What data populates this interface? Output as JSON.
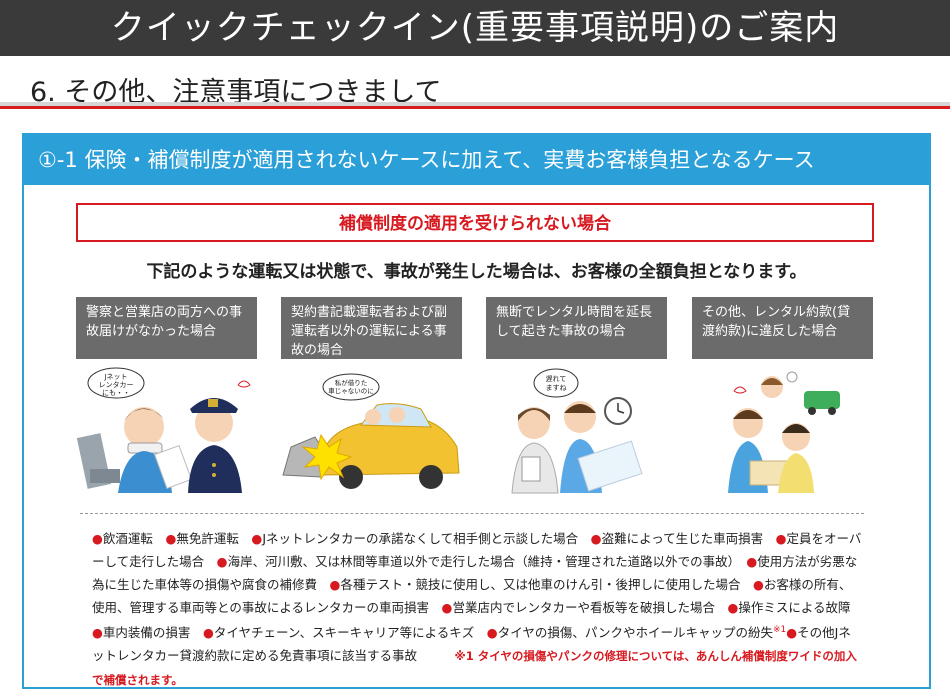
{
  "header": {
    "title": "クイックチェックイン(重要事項説明)のご案内"
  },
  "section": {
    "title": "6. その他、注意事項につきまして"
  },
  "panel": {
    "heading": "①-1 保険・補償制度が適用されないケースに加えて、実費お客様負担となるケース",
    "red_box": "補償制度の適用を受けられない場合",
    "lead": "下記のような運転又は状態で、事故が発生した場合は、お客様の全額負担となります。",
    "cases": [
      {
        "text": "警察と営業店の両方への事故届けがなかった場合"
      },
      {
        "text": "契約書記載運転者および副運転者以外の運転による事故の場合"
      },
      {
        "text": "無断でレンタル時間を延長して起きた事故の場合"
      },
      {
        "text": "その他、レンタル約款(貸渡約款)に違反した場合"
      }
    ],
    "bubbles": {
      "case1": [
        "Jネット",
        "レンタカー",
        "にも・・"
      ],
      "case2": [
        "私が借りた",
        "車じゃないのに"
      ],
      "case3": [
        "遅れて",
        "ますね"
      ]
    },
    "bullet_char": "●",
    "notes": [
      "飲酒運転",
      "無免許運転",
      "Jネットレンタカーの承諾なくして相手側と示談した場合",
      "盗難によって生じた車両損害",
      "定員をオーバーして走行した場合",
      "海岸、河川敷、又は林間等車道以外で走行した場合（維持・管理された道路以外での事故）",
      "使用方法が劣悪な為に生じた車体等の損傷や腐食の補修費",
      "各種テスト・競技に使用し、又は他車のけん引・後押しに使用した場合",
      "お客様の所有、使用、管理する車両等との事故によるレンタカーの車両損害",
      "営業店内でレンタカーや看板等を破損した場合",
      "操作ミスによる故障",
      "車内装備の損害",
      "タイヤチェーン、スキーキャリア等によるキズ",
      "タイヤの損傷、パンクやホイールキャップの紛失",
      "その他Jネットレンタカー貸渡約款に定める免責事項に該当する事故"
    ],
    "footnote_mark": "※1",
    "footnote": "※1 タイヤの損傷やパンクの修理については、あんしん補償制度ワイドの加入で補償されます。"
  }
}
